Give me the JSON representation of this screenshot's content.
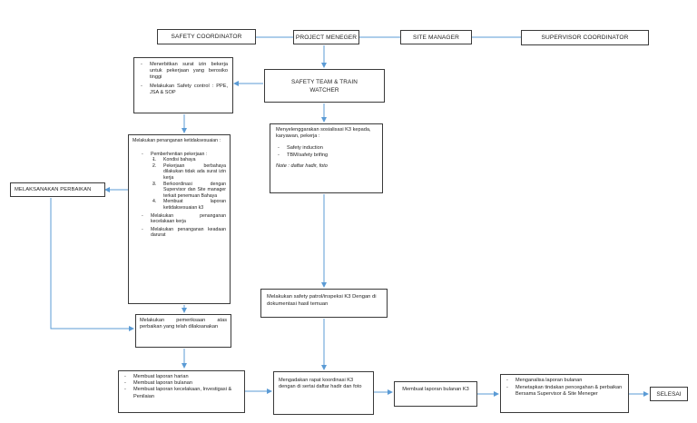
{
  "top_row": {
    "safety_coordinator": "SAFETY COORDINATOR",
    "project_meneger": "PROJECT MENEGER",
    "site_manager": "SITE MANAGER",
    "supervisor_coordinator": "SUPERVISOR COORDINATOR"
  },
  "safety_team": "SAFETY TEAM & TRAIN WATCHER",
  "izin_box": {
    "items": [
      "Menerbitkan surat izin bekerja untuk pekerjaan yang berosiko tinggi",
      "Melakukan Safety control : PPE, JSA & SOP"
    ]
  },
  "sosialisasi_box": {
    "heading": "Menyelenggarakan sosialisasi K3 kepada, karyawan, pekerja :",
    "items": [
      "Safety induction",
      "TBM/safety brifing"
    ],
    "note": "Note : daftar hadir, foto"
  },
  "penanganan_box": {
    "heading": "Melakukan penanganan ketidaksesuaian :",
    "sub_heading": "Pemberhentian pekerjaan :",
    "steps": [
      {
        "num": "1.",
        "text": "Kondisi bahaya"
      },
      {
        "num": "2.",
        "text": "Pekerjaan berbahaya dilakukan tidak ada surat izin kerja"
      },
      {
        "num": "3.",
        "text": "Berkoordinasi dengan Supervisor dan Site manager terkait penemuan Bahaya"
      },
      {
        "num": "4.",
        "text": "Membuat laporan ketidaksesuaian k3"
      }
    ],
    "items": [
      "Melakukan penanganan kecelakaan kerja",
      "Melakukan penanganan keadaan darurat"
    ]
  },
  "perbaikan": "MELAKSANAKAN PERBAIKAN",
  "patrol_box": "Melakukan safety patrol/inspeksi K3 Dengan di dokumentasi hasil temuan",
  "pemeriksaan_box": "Melakukan pemeriksaan atas perbaikan yang telah dilaksanakan",
  "laporan_box": {
    "items": [
      "Membuat laporan harian",
      "Membuat laporan bulanan",
      "Membuat laporan kecelakaan, Investigasi & Penilaian"
    ]
  },
  "rapat_box": "Mengadakan rapat koordinasi K3 dengan di sertai daftar hadir dan foto",
  "laporan_bulanan_box": "Membuat laporan bulanan K3",
  "analisa_box": {
    "items": [
      "Menganalisa laporan bulanan",
      "Menetapkan tindakan pencegahan & perbaikan Bersama Supervisor & Site Meneger"
    ]
  },
  "selesai": "SELESAI",
  "colors": {
    "arrow": "#5b9bd5",
    "border": "#3a3a3a"
  }
}
